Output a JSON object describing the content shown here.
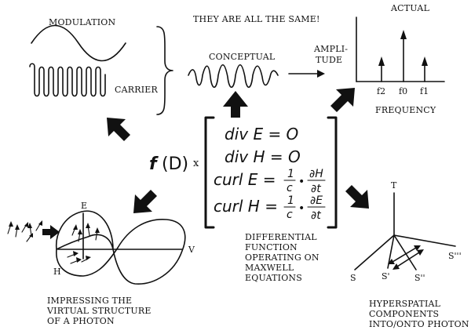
{
  "labels": {
    "modulation": "MODULATION",
    "carrier": "CARRIER",
    "same": "THEY ARE ALL THE SAME!",
    "conceptual": "CONCEPTUAL",
    "actual": "ACTUAL",
    "amplitude_1": "AMPLI-",
    "amplitude_2": "TUDE",
    "frequency": "FREQUENCY",
    "f2": "f2",
    "f0": "f0",
    "f1": "f1",
    "func_f": "f",
    "func_d": "(D)",
    "times": "x",
    "diff_1": "DIFFERENTIAL",
    "diff_2": "FUNCTION",
    "diff_3": "OPERATING ON",
    "diff_4": "MAXWELL",
    "diff_5": "EQUATIONS",
    "photon_e": "E",
    "photon_h": "H",
    "photon_v": "V",
    "impress_1": "IMPRESSING THE",
    "impress_2": "VIRTUAL STRUCTURE",
    "impress_3": "OF A PHOTON",
    "hyper_t": "T",
    "hyper_s": "S",
    "hyper_s1": "S'",
    "hyper_s2": "S''",
    "hyper_s3": "S'''",
    "hyper_1": "HYPERSPATIAL",
    "hyper_2": "COMPONENTS",
    "hyper_3": "INTO/ONTO PHOTON"
  },
  "equations": {
    "eq1": "div E = O",
    "eq2": "div H = O",
    "eq3_lhs": "curl E =",
    "eq3_frac1_num": "1",
    "eq3_frac1_den": "c",
    "eq3_frac2_num": "∂H",
    "eq3_frac2_den": "∂t",
    "eq4_lhs": "curl H =",
    "eq4_frac1_num": "1",
    "eq4_frac1_den": "c",
    "eq4_frac2_num": "∂E",
    "eq4_frac2_den": "∂t",
    "dot": "•"
  }
}
